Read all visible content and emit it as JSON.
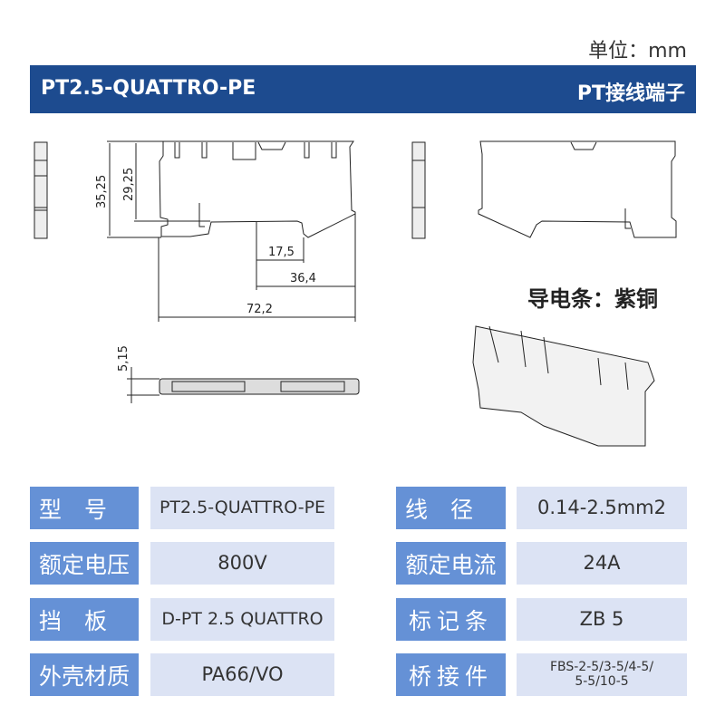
{
  "unit_label": "单位：mm",
  "header": {
    "model": "PT2.5-QUATTRO-PE",
    "category": "PT接线端子"
  },
  "drawing": {
    "dims": {
      "h_total": "35,25",
      "h_body": "29,25",
      "w_a": "17,5",
      "w_b": "36,4",
      "w_total": "72,2",
      "thickness": "5,15"
    }
  },
  "conductor_label": "导电条：紫铜",
  "specs_left": [
    {
      "label": "型　号",
      "value": "PT2.5-QUATTRO-PE"
    },
    {
      "label": "额定电压",
      "value": "800V"
    },
    {
      "label": "挡　板",
      "value": "D-PT 2.5 QUATTRO"
    },
    {
      "label": "外壳材质",
      "value": "PA66/VO"
    }
  ],
  "specs_right": [
    {
      "label": "线　径",
      "value": "0.14-2.5mm2"
    },
    {
      "label": "额定电流",
      "value": "24A"
    },
    {
      "label": "标记条",
      "value": "ZB 5"
    },
    {
      "label": "桥接件",
      "value": "FBS-2-5/3-5/4-5/",
      "value2": "5-5/10-5"
    }
  ],
  "colors": {
    "header": "#1d4b8f",
    "label": "#6591d6",
    "value": "#dce3f4"
  }
}
